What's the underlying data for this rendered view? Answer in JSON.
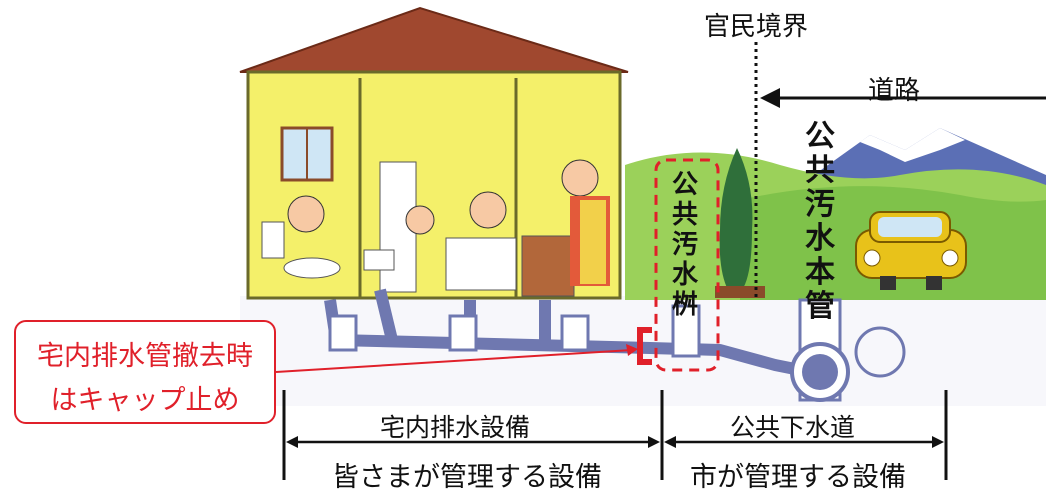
{
  "labels": {
    "boundary": "官民境界",
    "road": "道路",
    "main_pipe": "公共汚水本管",
    "public_basin": "公共汚水桝",
    "callout_line1": "宅内排水管撤去時",
    "callout_line2": "はキャップ止め",
    "indoor_facility": "宅内排水設備",
    "public_sewer": "公共下水道",
    "resident_managed": "皆さまが管理する設備",
    "city_managed": "市が管理する設備"
  },
  "colors": {
    "roof": "#a0482f",
    "wall": "#f4f06a",
    "hill": "#7fc24a",
    "pipe": "#6f78b0",
    "accent_red": "#e0202a",
    "mountain": "#5b6fb5",
    "car": "#e8c21a"
  }
}
